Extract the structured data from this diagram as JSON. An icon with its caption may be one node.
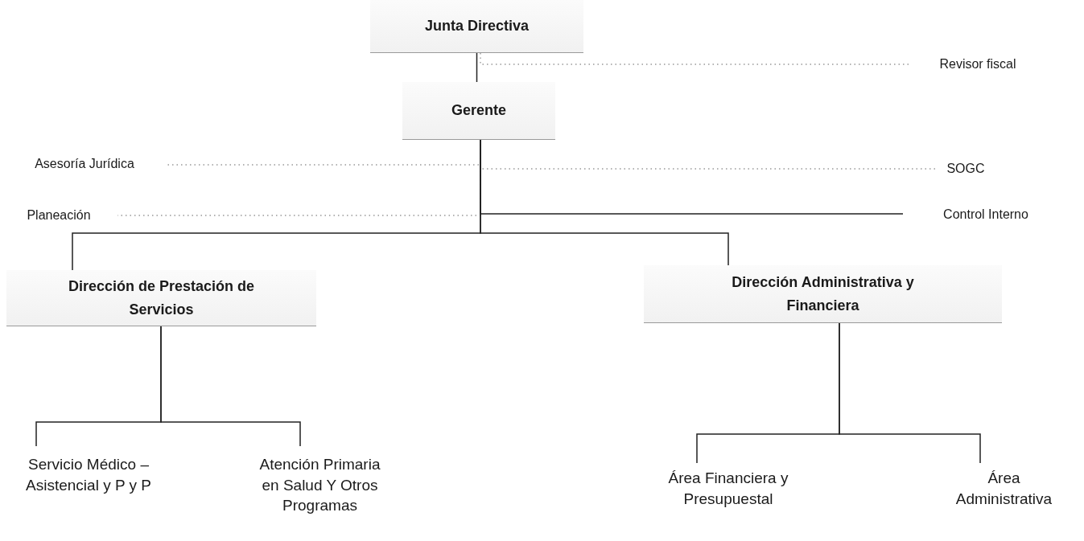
{
  "diagram": {
    "nodes": [
      {
        "text": [
          "Junta Directiva"
        ]
      },
      {
        "text": [
          "Revisor fiscal"
        ]
      },
      {
        "text": [
          "Gerente"
        ]
      },
      {
        "text": [
          "Asesoría Jurídica"
        ]
      },
      {
        "text": [
          "SOGC"
        ]
      },
      {
        "text": [
          "Planeación"
        ]
      },
      {
        "text": [
          "Control Interno"
        ]
      },
      {
        "text": [
          "Dirección de Prestación de Servicios"
        ]
      },
      {
        "text": [
          "Dirección  Administrativa y Financiera"
        ]
      },
      {
        "text": [
          "Servicio Médico – Asistencial y P y P"
        ]
      },
      {
        "text": [
          "Atención Primaria en Salud Y Otros Programas"
        ]
      },
      {
        "text": [
          "Área Financiera y Presupuestal"
        ]
      },
      {
        "text": [
          "Área Administrativa"
        ]
      }
    ],
    "edges": [
      {
        "from": 0,
        "to": 2,
        "arrow": "none"
      },
      {
        "from": 0,
        "to": 1,
        "arrow": "none",
        "style": "dashed",
        "color": "#999999"
      },
      {
        "from": 2,
        "to": 3,
        "arrow": "none",
        "style": "dashed",
        "color": "#999999"
      },
      {
        "from": 2,
        "to": 4,
        "arrow": "none",
        "style": "dashed",
        "color": "#999999"
      },
      {
        "from": 2,
        "to": 5,
        "arrow": "none",
        "style": "dashed",
        "color": "#999999"
      },
      {
        "from": 2,
        "to": 6,
        "arrow": "none"
      },
      {
        "from": 2,
        "to": 7,
        "arrow": "none"
      },
      {
        "from": 2,
        "to": 8,
        "arrow": "none"
      },
      {
        "from": 7,
        "to": 9,
        "arrow": "none"
      },
      {
        "from": 7,
        "to": 10,
        "arrow": "none"
      },
      {
        "from": 8,
        "to": 11,
        "arrow": "none"
      },
      {
        "from": 8,
        "to": 12,
        "arrow": "none"
      }
    ]
  }
}
